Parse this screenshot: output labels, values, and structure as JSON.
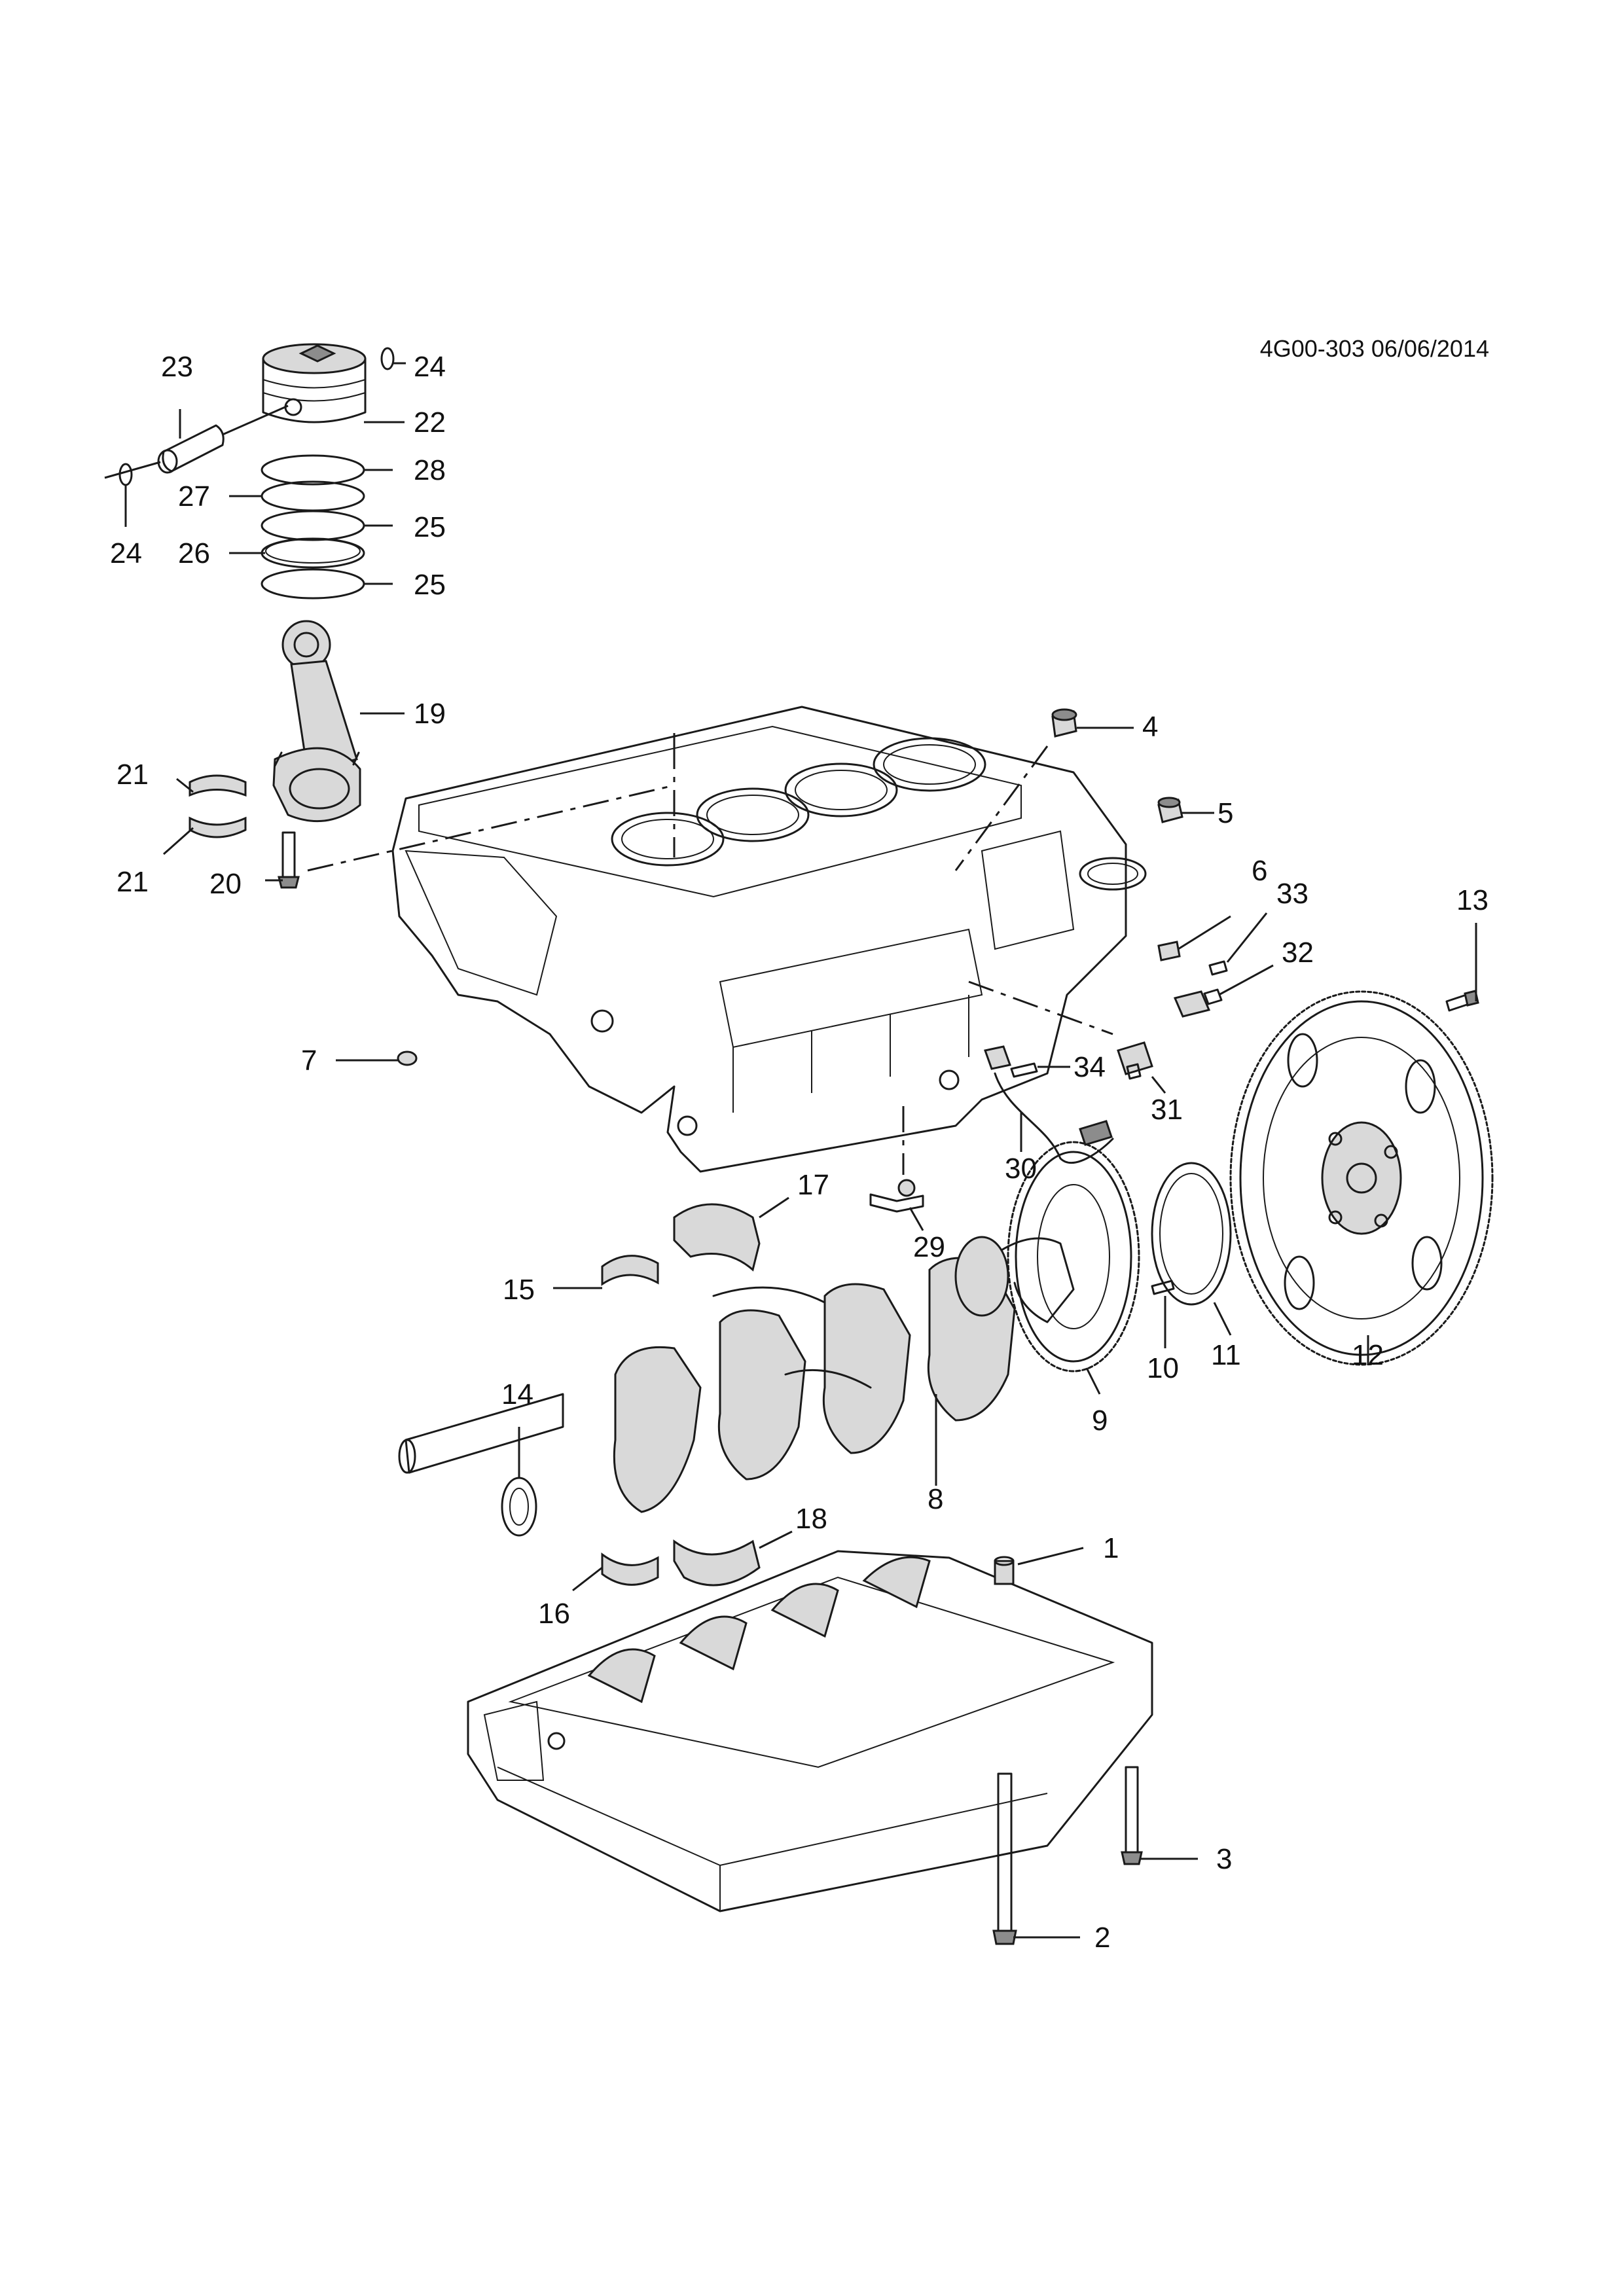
{
  "diagram": {
    "reference": "4G00-303 06/06/2014",
    "callouts": {
      "c1": "1",
      "c2": "2",
      "c3": "3",
      "c4": "4",
      "c5": "5",
      "c6": "6",
      "c7": "7",
      "c8": "8",
      "c9": "9",
      "c10": "10",
      "c11": "11",
      "c12": "12",
      "c13": "13",
      "c14": "14",
      "c15": "15",
      "c16": "16",
      "c17": "17",
      "c18": "18",
      "c19": "19",
      "c20": "20",
      "c21a": "21",
      "c21b": "21",
      "c22": "22",
      "c23": "23",
      "c24a": "24",
      "c24b": "24",
      "c25a": "25",
      "c25b": "25",
      "c26": "26",
      "c27": "27",
      "c28": "28",
      "c29": "29",
      "c30": "30",
      "c31": "31",
      "c32": "32",
      "c33": "33",
      "c34": "34"
    }
  }
}
